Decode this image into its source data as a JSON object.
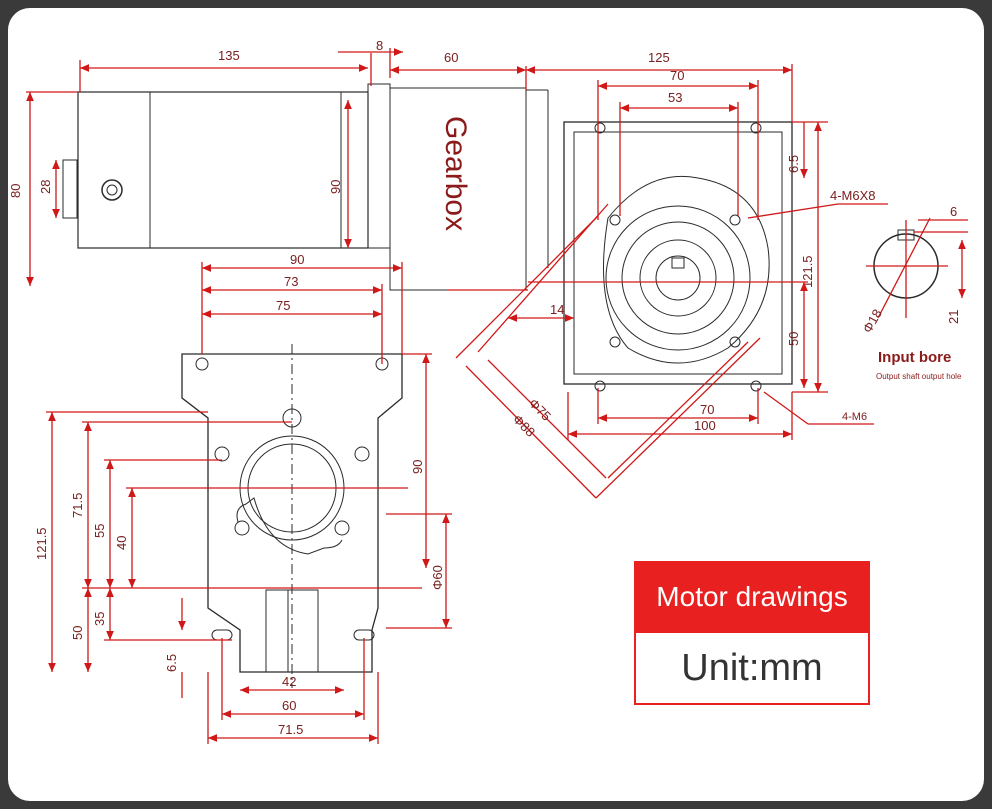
{
  "title": "Gearbox",
  "badge": {
    "line1": "Motor drawings",
    "line2": "Unit:mm"
  },
  "bore": {
    "title": "Input bore",
    "subtitle": "Output shaft output hole"
  },
  "dims_top": {
    "d135": "135",
    "d8": "8",
    "d60": "60",
    "d80": "80",
    "d28": "28",
    "d90": "90"
  },
  "dims_side": {
    "d125": "125",
    "d70a": "70",
    "d53": "53",
    "d6_5": "6.5",
    "d4m6x8": "4-M6X8",
    "d121_5": "121.5",
    "d50": "50",
    "d14": "14",
    "d70b": "70",
    "d100": "100",
    "d4m6": "4-M6",
    "phi75": "Φ75",
    "phi88": "Φ88"
  },
  "dims_bore": {
    "d6": "6",
    "d21": "21",
    "phi18": "Φ18"
  },
  "dims_front": {
    "d90": "90",
    "d73": "73",
    "d75": "75",
    "d90v": "90",
    "d121_5": "121.5",
    "d71_5": "71.5",
    "d55": "55",
    "d40": "40",
    "d35": "35",
    "d50": "50",
    "d6_5": "6.5",
    "phi60": "Φ60",
    "d42": "42",
    "d60": "60",
    "d71_5b": "71.5"
  }
}
